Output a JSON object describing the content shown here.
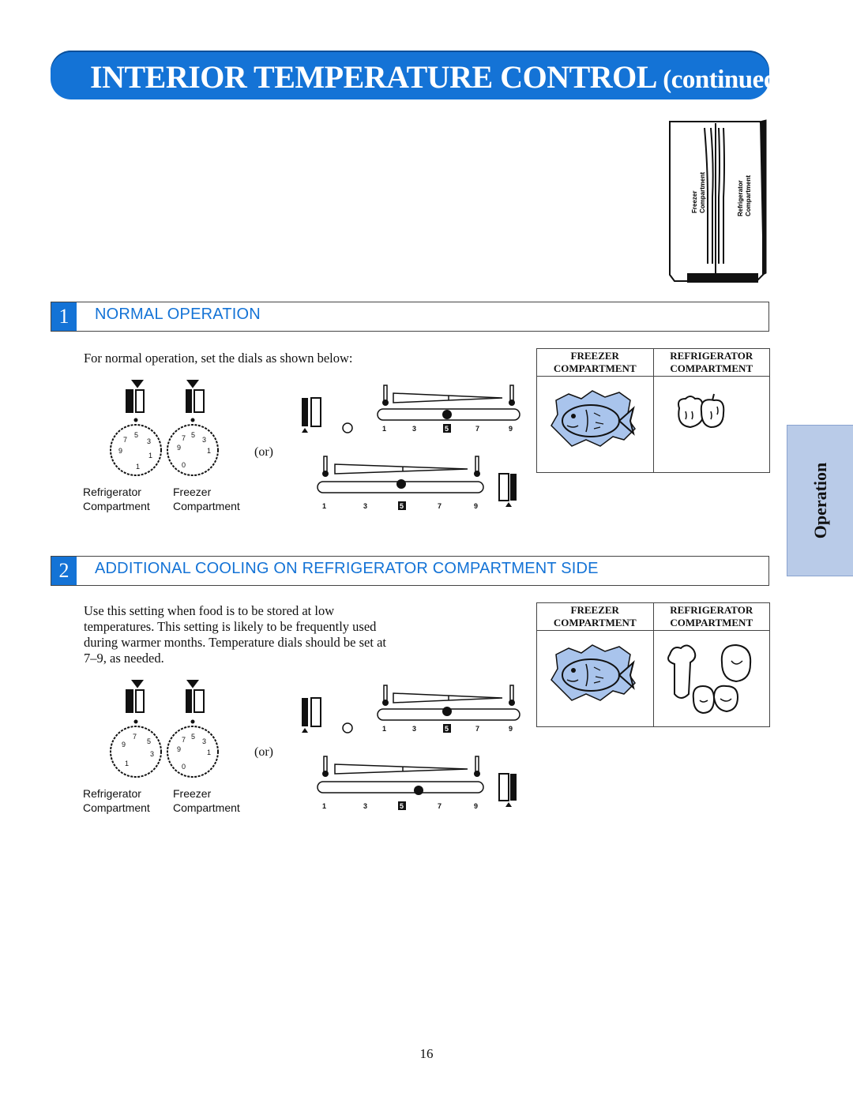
{
  "header": {
    "title_main": "INTERIOR TEMPERATURE CONTROL",
    "title_suffix": "(continued)"
  },
  "fridge": {
    "left_label_1": "Freezer",
    "left_label_2": "Compartment",
    "right_label_1": "Refrigerator",
    "right_label_2": "Compartment"
  },
  "section1": {
    "number": "1",
    "title": "NORMAL OPERATION",
    "text": "For normal operation, set the dials as shown below:",
    "or": "(or)",
    "dial_left_label_1": "Refrigerator",
    "dial_left_label_2": "Compartment",
    "dial_right_label_1": "Freezer",
    "dial_right_label_2": "Compartment",
    "table_head_left_1": "FREEZER",
    "table_head_left_2": "COMPARTMENT",
    "table_head_right_1": "REFRIGERATOR",
    "table_head_right_2": "COMPARTMENT"
  },
  "section2": {
    "number": "2",
    "title": "ADDITIONAL COOLING ON REFRIGERATOR COMPARTMENT SIDE",
    "text_line_1": "Use this setting when food is to be stored at low",
    "text_line_2": "temperatures. This setting is likely to be frequently used",
    "text_line_3": "during warmer months. Temperature dials should be set at",
    "text_line_4": "7–9, as needed.",
    "or": "(or)",
    "dial_left_label_1": "Refrigerator",
    "dial_left_label_2": "Compartment",
    "dial_right_label_1": "Freezer",
    "dial_right_label_2": "Compartment",
    "table_head_left_1": "FREEZER",
    "table_head_left_2": "COMPARTMENT",
    "table_head_right_1": "REFRIGERATOR",
    "table_head_right_2": "COMPARTMENT"
  },
  "slider_scale": [
    "1",
    "3",
    "5",
    "7",
    "9"
  ],
  "side_tab": "Operation",
  "page_number": "16",
  "colors": {
    "accent": "#1473d6",
    "tab": "#b9cbe8",
    "fish": "#a9c4ec"
  }
}
